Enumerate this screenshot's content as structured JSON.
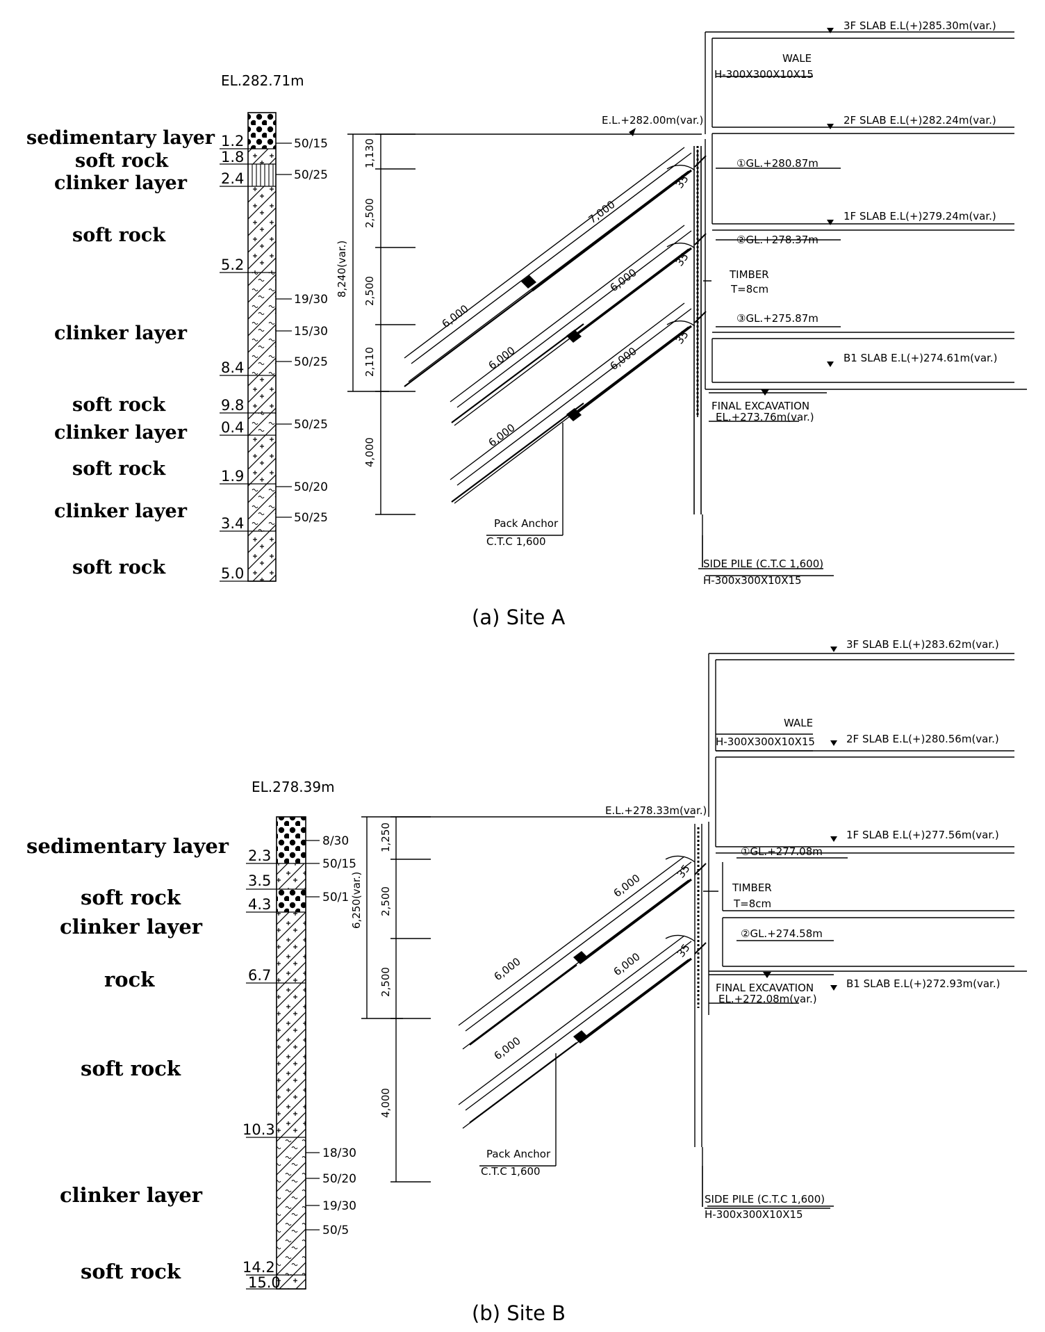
{
  "panel_a": {
    "caption": "(a) Site A",
    "borehole": {
      "top_elevation": "EL.282.71m",
      "layers": [
        {
          "name": "sedimentary  layer",
          "pattern": "dots"
        },
        {
          "name": "soft rock",
          "pattern": "cross"
        },
        {
          "name": "clinker layer",
          "pattern": "vbars"
        },
        {
          "name": "soft rock",
          "pattern": "cross"
        },
        {
          "name": "clinker layer",
          "pattern": "wave"
        },
        {
          "name": "soft rock",
          "pattern": "cross"
        },
        {
          "name": "clinker layer",
          "pattern": "wave"
        },
        {
          "name": "soft rock",
          "pattern": "cross"
        },
        {
          "name": "clinker layer",
          "pattern": "wave"
        },
        {
          "name": "soft rock",
          "pattern": "cross"
        }
      ],
      "depths": [
        "1.2",
        "1.8",
        "2.4",
        "5.2",
        "8.4",
        "9.8",
        "0.4",
        "1.9",
        "3.4",
        "5.0"
      ],
      "spt": [
        "50/15",
        "50/25",
        "19/30",
        "15/30",
        "50/25",
        "50/25",
        "50/20",
        "50/25"
      ]
    },
    "section": {
      "ground_label": "E.L.+282.00m(var.)",
      "slabs": [
        "3F SLAB E.L(+)285.30m(var.)",
        "2F SLAB E.L(+)282.24m(var.)",
        "1F SLAB E.L(+)279.24m(var.)",
        "B1 SLAB E.L(+)274.61m(var.)"
      ],
      "wale": [
        "WALE",
        "H-300X300X10X15"
      ],
      "anchor_levels": [
        "①GL.+280.87m",
        "②GL.+278.37m",
        "③GL.+275.87m"
      ],
      "timber": [
        "TIMBER",
        "T=8cm"
      ],
      "dims": [
        "1,130",
        "2,500",
        "2,500",
        "2,110",
        "4,000"
      ],
      "total_dim": "8,240(var.)",
      "angle": "35",
      "anchor_free": [
        "7,000",
        "6,000",
        "6,000"
      ],
      "anchor_bond": [
        "6,000",
        "6,000",
        "6,000"
      ],
      "final_excavation": [
        "FINAL EXCAVATION",
        "EL.+273.76m(var.)"
      ],
      "pack_anchor": [
        "Pack Anchor",
        "C.T.C 1,600"
      ],
      "side_pile": [
        "SIDE PILE (C.T.C 1,600)",
        "H-300x300X10X15"
      ]
    }
  },
  "panel_b": {
    "caption": "(b) Site B",
    "borehole": {
      "top_elevation": "EL.278.39m",
      "layers": [
        {
          "name": "sedimentary  layer",
          "pattern": "dots"
        },
        {
          "name": "soft rock",
          "pattern": "cross"
        },
        {
          "name": "clinker layer",
          "pattern": "dots"
        },
        {
          "name": "rock",
          "pattern": "cross"
        },
        {
          "name": "soft rock",
          "pattern": "cross"
        },
        {
          "name": "clinker layer",
          "pattern": "wave"
        },
        {
          "name": "soft rock",
          "pattern": "cross"
        }
      ],
      "depths": [
        "2.3",
        "3.5",
        "4.3",
        "6.7",
        "10.3",
        "14.2",
        "15.0"
      ],
      "spt": [
        "8/30",
        "50/15",
        "50/1",
        "18/30",
        "50/20",
        "19/30",
        "50/5"
      ]
    },
    "section": {
      "ground_label": "E.L.+278.33m(var.)",
      "slabs": [
        "3F SLAB E.L(+)283.62m(var.)",
        "2F SLAB E.L(+)280.56m(var.)",
        "1F SLAB E.L(+)277.56m(var.)",
        "B1 SLAB E.L(+)272.93m(var.)"
      ],
      "wale": [
        "WALE",
        "H-300X300X10X15"
      ],
      "anchor_levels": [
        "①GL.+277.08m",
        "②GL.+274.58m"
      ],
      "timber": [
        "TIMBER",
        "T=8cm"
      ],
      "dims": [
        "1,250",
        "2,500",
        "2,500",
        "4,000"
      ],
      "total_dim": "6,250(var.)",
      "angle": "35",
      "anchor_free": [
        "6,000",
        "6,000"
      ],
      "anchor_bond": [
        "6,000",
        "6,000"
      ],
      "final_excavation": [
        "FINAL EXCAVATION",
        "EL.+272.08m(var.)"
      ],
      "pack_anchor": [
        "Pack Anchor",
        "C.T.C 1,600"
      ],
      "side_pile": [
        "SIDE PILE (C.T.C 1,600)",
        "H-300x300X10X15"
      ]
    }
  }
}
